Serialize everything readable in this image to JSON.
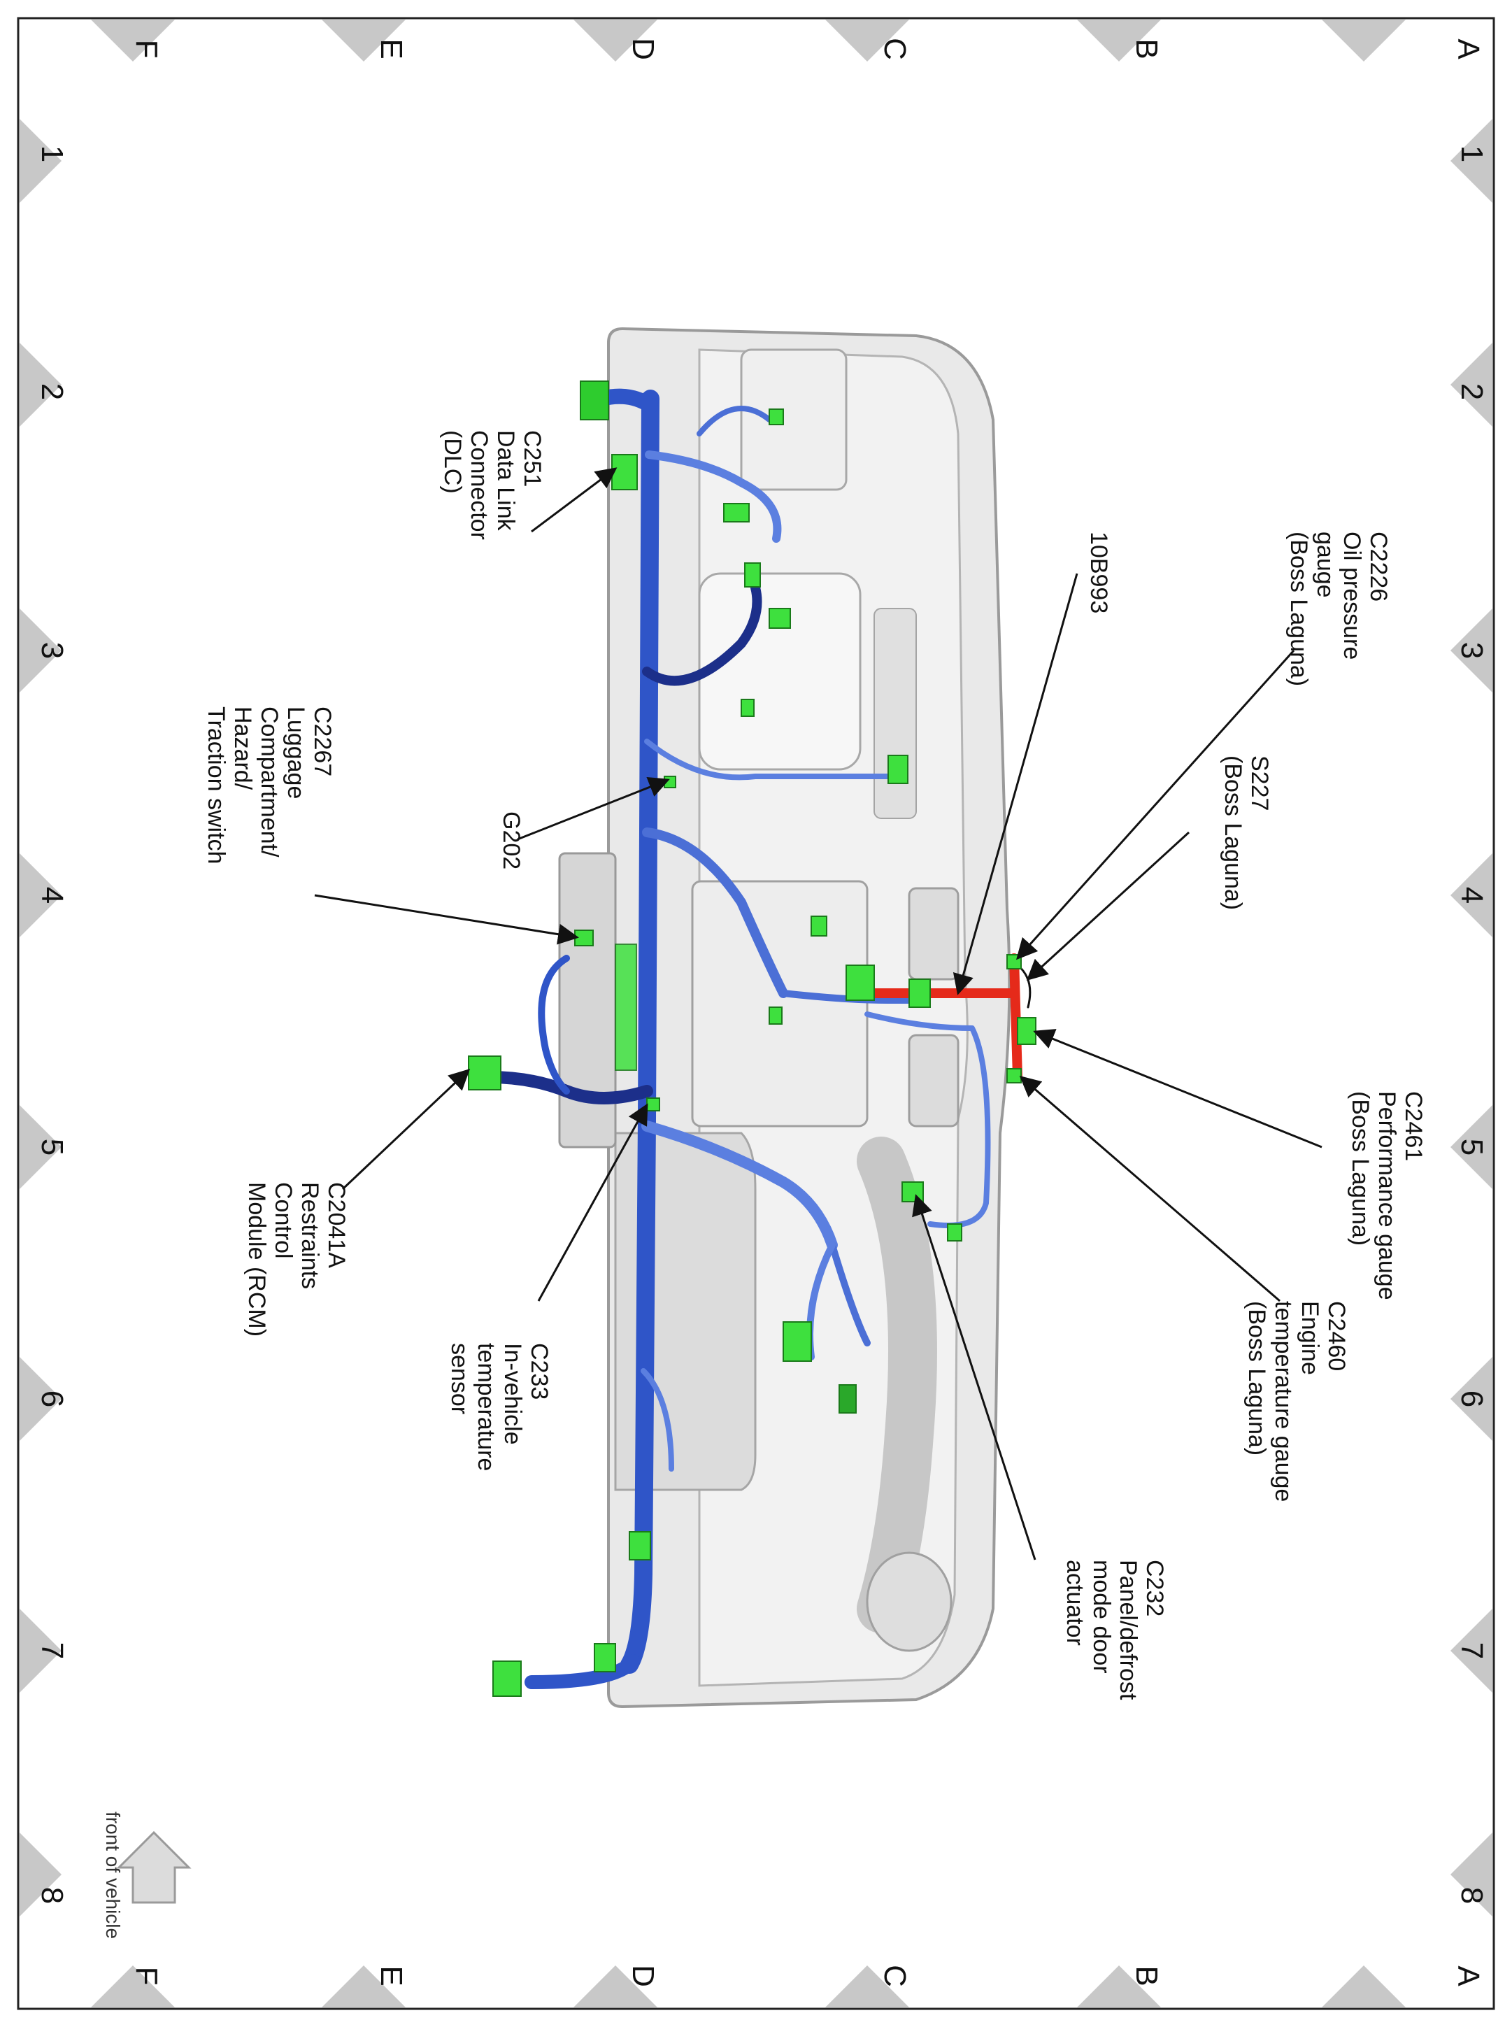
{
  "grid": {
    "letters": [
      "A",
      "B",
      "C",
      "D",
      "E",
      "F"
    ],
    "numbers": [
      "1",
      "2",
      "3",
      "4",
      "5",
      "6",
      "7",
      "8"
    ]
  },
  "callouts": [
    {
      "id": "c2226",
      "lines": [
        "C2226",
        "Oil pressure",
        "gauge",
        "(Boss Laguna)"
      ]
    },
    {
      "id": "s227",
      "lines": [
        "S227",
        "(Boss Laguna)"
      ]
    },
    {
      "id": "c2461",
      "lines": [
        "C2461",
        "Performance gauge",
        "(Boss Laguna)"
      ]
    },
    {
      "id": "c2460",
      "lines": [
        "C2460",
        "Engine",
        "temperature gauge",
        "(Boss Laguna)"
      ]
    },
    {
      "id": "c232",
      "lines": [
        "C232",
        "Panel/defrost",
        "mode door",
        "actuator"
      ]
    },
    {
      "id": "b993",
      "lines": [
        "10B993"
      ]
    },
    {
      "id": "c251",
      "lines": [
        "C251",
        "Data Link",
        "Connector",
        "(DLC)"
      ]
    },
    {
      "id": "g202",
      "lines": [
        "G202"
      ]
    },
    {
      "id": "c2267",
      "lines": [
        "C2267",
        "Luggage",
        "Compartment/",
        "Hazard/",
        "Traction switch"
      ]
    },
    {
      "id": "c233",
      "lines": [
        "C233",
        "In-vehicle",
        "temperature",
        "sensor"
      ]
    },
    {
      "id": "c2041a",
      "lines": [
        "C2041A",
        "Restraints",
        "Control",
        "Module (RCM)"
      ]
    }
  ],
  "front_label": "front of vehicle",
  "colors": {
    "harness_main": "#2f55c8",
    "harness_light": "#5b7fe0",
    "harness_dark": "#1c2f8a",
    "connector": "#3ee03e",
    "highlight": "#e52a1a",
    "panel": "#e6e6e6",
    "diamond": "#c8c8c8"
  }
}
